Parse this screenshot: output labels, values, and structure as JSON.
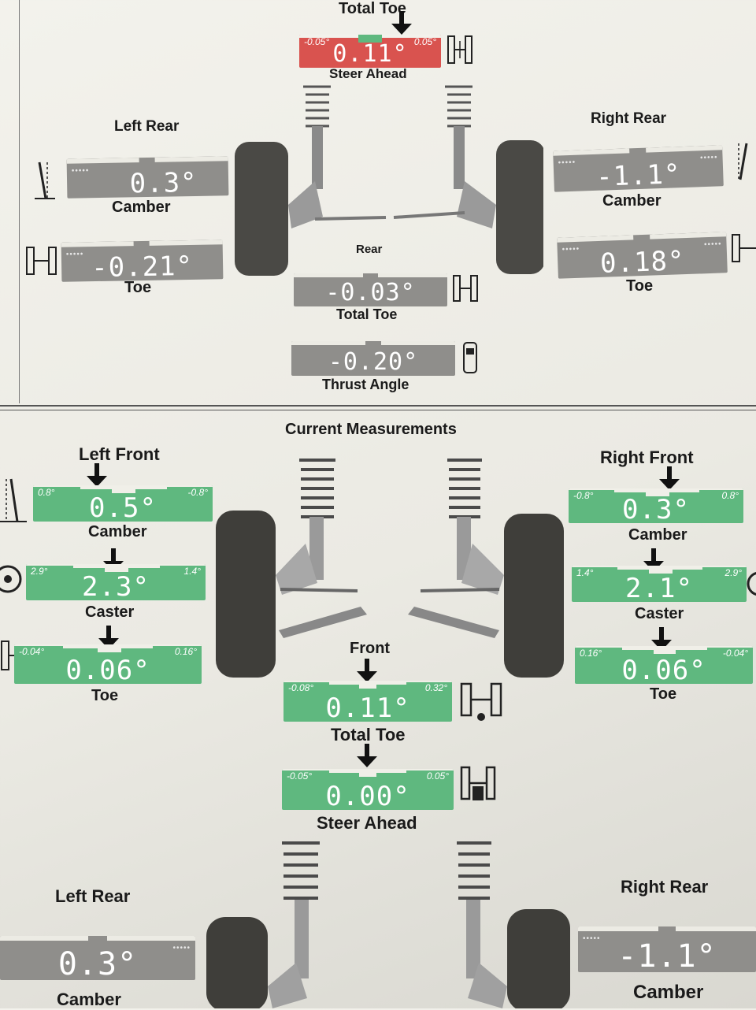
{
  "top": {
    "total_toe": "Total Toe",
    "steer_ahead": {
      "label": "Steer Ahead",
      "value": "0.11°",
      "min": "-0.05°",
      "max": "0.05°"
    },
    "left_rear": {
      "title": "Left Rear",
      "camber": {
        "label": "Camber",
        "value": "0.3°"
      },
      "toe": {
        "label": "Toe",
        "value": "-0.21°"
      }
    },
    "right_rear": {
      "title": "Right Rear",
      "camber": {
        "label": "Camber",
        "value": "-1.1°"
      },
      "toe": {
        "label": "Toe",
        "value": "0.18°"
      }
    },
    "rear": {
      "title": "Rear",
      "total_toe": {
        "label": "Total Toe",
        "value": "-0.03°"
      },
      "thrust_angle": {
        "label": "Thrust Angle",
        "value": "-0.20°"
      }
    }
  },
  "current": {
    "title": "Current Measurements",
    "left_front": {
      "title": "Left Front",
      "camber": {
        "label": "Camber",
        "value": "0.5°",
        "min": "0.8°",
        "max": "-0.8°"
      },
      "caster": {
        "label": "Caster",
        "value": "2.3°",
        "min": "2.9°",
        "max": "1.4°"
      },
      "toe": {
        "label": "Toe",
        "value": "0.06°",
        "min": "-0.04°",
        "max": "0.16°"
      }
    },
    "right_front": {
      "title": "Right Front",
      "camber": {
        "label": "Camber",
        "value": "0.3°",
        "min": "-0.8°",
        "max": "0.8°"
      },
      "caster": {
        "label": "Caster",
        "value": "2.1°",
        "min": "1.4°",
        "max": "2.9°"
      },
      "toe": {
        "label": "Toe",
        "value": "0.06°",
        "min": "0.16°",
        "max": "-0.04°"
      }
    },
    "front": {
      "title": "Front",
      "total_toe": {
        "label": "Total Toe",
        "value": "0.11°",
        "min": "-0.08°",
        "max": "0.32°"
      },
      "steer_ahead": {
        "label": "Steer Ahead",
        "value": "0.00°",
        "min": "-0.05°",
        "max": "0.05°"
      }
    }
  },
  "bottom": {
    "left_rear": {
      "title": "Left Rear",
      "camber": {
        "label": "Camber",
        "value": "0.3°"
      }
    },
    "right_rear": {
      "title": "Right Rear",
      "camber": {
        "label": "Camber",
        "value": "-1.1°"
      }
    }
  },
  "colors": {
    "in_spec": "#5fb87f",
    "out_of_spec": "#d9534f",
    "no_spec": "#8f8e8b"
  }
}
